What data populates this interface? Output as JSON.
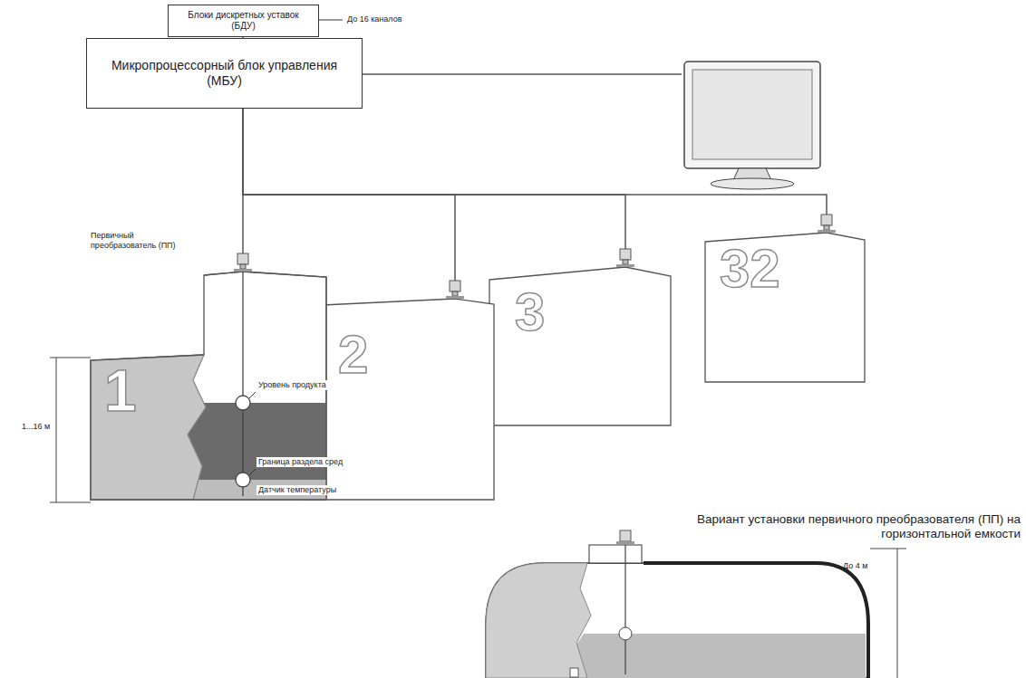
{
  "diagram": {
    "nodes": [
      {
        "text": [
          "Блоки дискретных уставок (БДУ)"
        ]
      },
      {
        "text": [
          "Микропроцессорный блок управления (МБУ)"
        ]
      },
      {
        "text": [
          "1"
        ]
      },
      {
        "text": [
          "2"
        ]
      },
      {
        "text": [
          "3"
        ]
      },
      {
        "text": [
          "32"
        ]
      }
    ],
    "edges": [
      {
        "from": 0,
        "to": 1,
        "arrow": "none"
      },
      {
        "from": 1,
        "to": 2,
        "arrow": "none"
      },
      {
        "from": 1,
        "to": 3,
        "arrow": "none"
      },
      {
        "from": 1,
        "to": 4,
        "arrow": "none"
      },
      {
        "from": 1,
        "to": 5,
        "arrow": "none"
      }
    ],
    "labels": [
      "До 16 каналов",
      "Первичный преобразователь (ПП)",
      "Уровень продукта",
      "Граница раздела сред",
      "Датчик температуры",
      "1...16 м",
      "Вариант установки первичного преобразователя (ПП) на горизонтальной емкости",
      "До 4 м"
    ]
  }
}
